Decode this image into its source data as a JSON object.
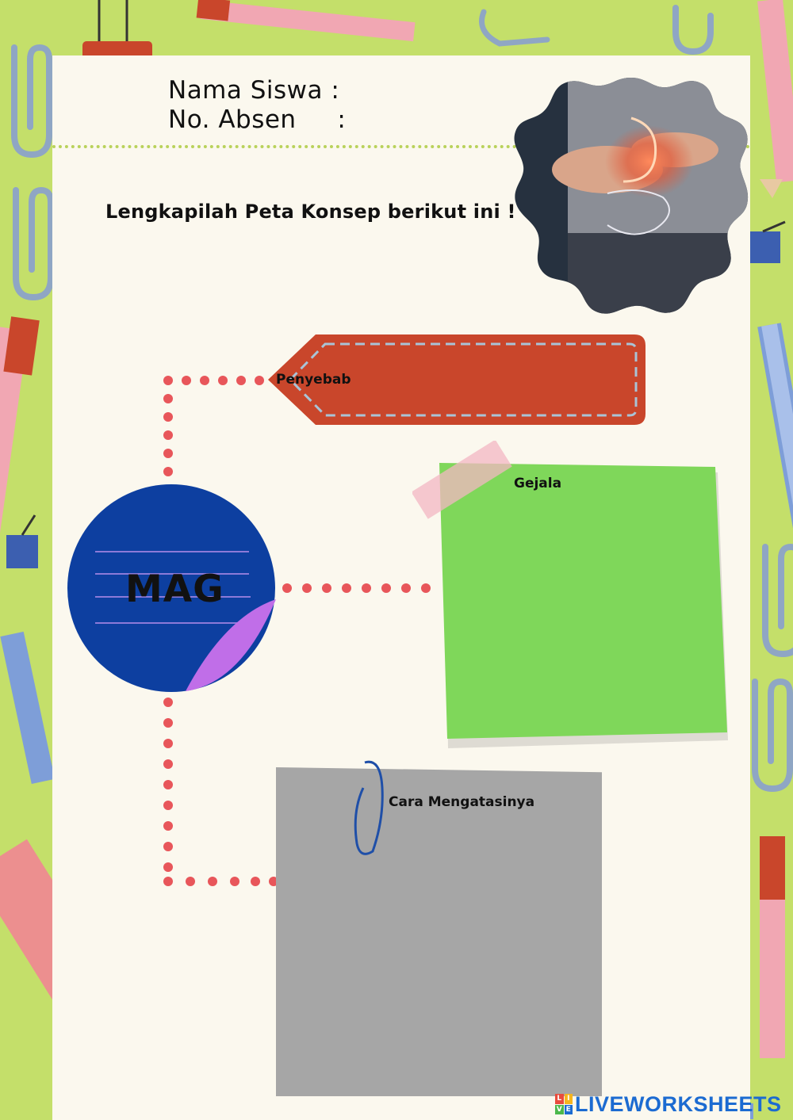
{
  "header": {
    "name_label": "Nama Siswa :",
    "absen_label": "No. Absen     :"
  },
  "instruction": "Lengkapilah Peta Konsep berikut ini !",
  "concept_map": {
    "center": "MAG",
    "branches": [
      {
        "label": "Penyebab"
      },
      {
        "label": "Gejala"
      },
      {
        "label": "Cara Mengatasinya"
      }
    ]
  },
  "image": {
    "icon": "stomach-pain-photo"
  },
  "watermark": {
    "badge": [
      "L",
      "I",
      "V",
      "E"
    ],
    "text": "LIVEWORKSHEETS"
  },
  "colors": {
    "background": "#c4df6a",
    "paper": "#fbf8ee",
    "orange_label": "#c9462b",
    "green_note": "#7fd75a",
    "gray_note": "#a6a6a6",
    "circle_blue": "#0d3fa0",
    "fold_purple": "#c06ee8",
    "connector_dots": "#e8565a",
    "watermark_blue": "#1c6bd1"
  }
}
